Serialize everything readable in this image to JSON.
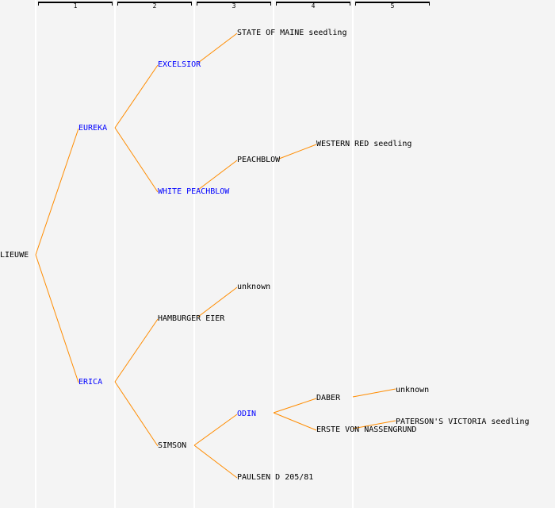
{
  "generations": [
    "1",
    "2",
    "3",
    "4",
    "5"
  ],
  "colors": {
    "edge": "#ff8c00",
    "link": "#0000ff",
    "text": "#000000"
  },
  "nodes": {
    "root": "LIEUWE",
    "eureka": "EUREKA",
    "erica": "ERICA",
    "excelsior": "EXCELSIOR",
    "white_peachblow": "WHITE PEACHBLOW",
    "hamburger_eier": "HAMBURGER EIER",
    "simson": "SIMSON",
    "state_of_maine": "STATE OF MAINE seedling",
    "peachblow": "PEACHBLOW",
    "unknown1": "unknown",
    "odin": "ODIN",
    "paulsen": "PAULSEN D 205/81",
    "western_red": "WESTERN RED seedling",
    "daber": "DABER",
    "erste": "ERSTE VON NASSENGRUND",
    "unknown2": "unknown",
    "paterson": "PATERSON'S VICTORIA seedling"
  }
}
